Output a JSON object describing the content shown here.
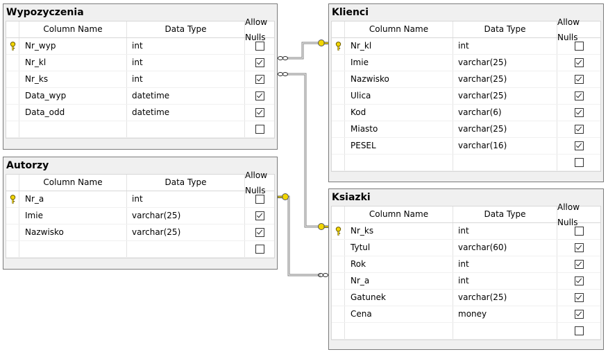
{
  "headers": {
    "icon": "",
    "column_name": "Column Name",
    "data_type": "Data Type",
    "allow_nulls": "Allow Nulls"
  },
  "tables": {
    "wypozyczenia": {
      "title": "Wypozyczenia",
      "rows": [
        {
          "name": "Nr_wyp",
          "type": "int",
          "nulls": false,
          "key": true
        },
        {
          "name": "Nr_kl",
          "type": "int",
          "nulls": true,
          "key": false
        },
        {
          "name": "Nr_ks",
          "type": "int",
          "nulls": true,
          "key": false
        },
        {
          "name": "Data_wyp",
          "type": "datetime",
          "nulls": true,
          "key": false
        },
        {
          "name": "Data_odd",
          "type": "datetime",
          "nulls": true,
          "key": false
        },
        {
          "name": "",
          "type": "",
          "nulls": false,
          "key": false
        }
      ]
    },
    "autorzy": {
      "title": "Autorzy",
      "rows": [
        {
          "name": "Nr_a",
          "type": "int",
          "nulls": false,
          "key": true
        },
        {
          "name": "Imie",
          "type": "varchar(25)",
          "nulls": true,
          "key": false
        },
        {
          "name": "Nazwisko",
          "type": "varchar(25)",
          "nulls": true,
          "key": false
        },
        {
          "name": "",
          "type": "",
          "nulls": false,
          "key": false
        }
      ]
    },
    "klienci": {
      "title": "Klienci",
      "rows": [
        {
          "name": "Nr_kl",
          "type": "int",
          "nulls": false,
          "key": true
        },
        {
          "name": "Imie",
          "type": "varchar(25)",
          "nulls": true,
          "key": false
        },
        {
          "name": "Nazwisko",
          "type": "varchar(25)",
          "nulls": true,
          "key": false
        },
        {
          "name": "Ulica",
          "type": "varchar(25)",
          "nulls": true,
          "key": false
        },
        {
          "name": "Kod",
          "type": "varchar(6)",
          "nulls": true,
          "key": false
        },
        {
          "name": "Miasto",
          "type": "varchar(25)",
          "nulls": true,
          "key": false
        },
        {
          "name": "PESEL",
          "type": "varchar(16)",
          "nulls": true,
          "key": false
        },
        {
          "name": "",
          "type": "",
          "nulls": false,
          "key": false
        }
      ]
    },
    "ksiazki": {
      "title": "Ksiazki",
      "rows": [
        {
          "name": "Nr_ks",
          "type": "int",
          "nulls": false,
          "key": true
        },
        {
          "name": "Tytul",
          "type": "varchar(60)",
          "nulls": true,
          "key": false
        },
        {
          "name": "Rok",
          "type": "int",
          "nulls": true,
          "key": false
        },
        {
          "name": "Nr_a",
          "type": "int",
          "nulls": true,
          "key": false
        },
        {
          "name": "Gatunek",
          "type": "varchar(25)",
          "nulls": true,
          "key": false
        },
        {
          "name": "Cena",
          "type": "money",
          "nulls": true,
          "key": false
        },
        {
          "name": "",
          "type": "",
          "nulls": false,
          "key": false
        }
      ]
    }
  },
  "colors": {
    "key_icon": "#f2d600",
    "connector": "#808080",
    "border": "#7a7a7a"
  }
}
